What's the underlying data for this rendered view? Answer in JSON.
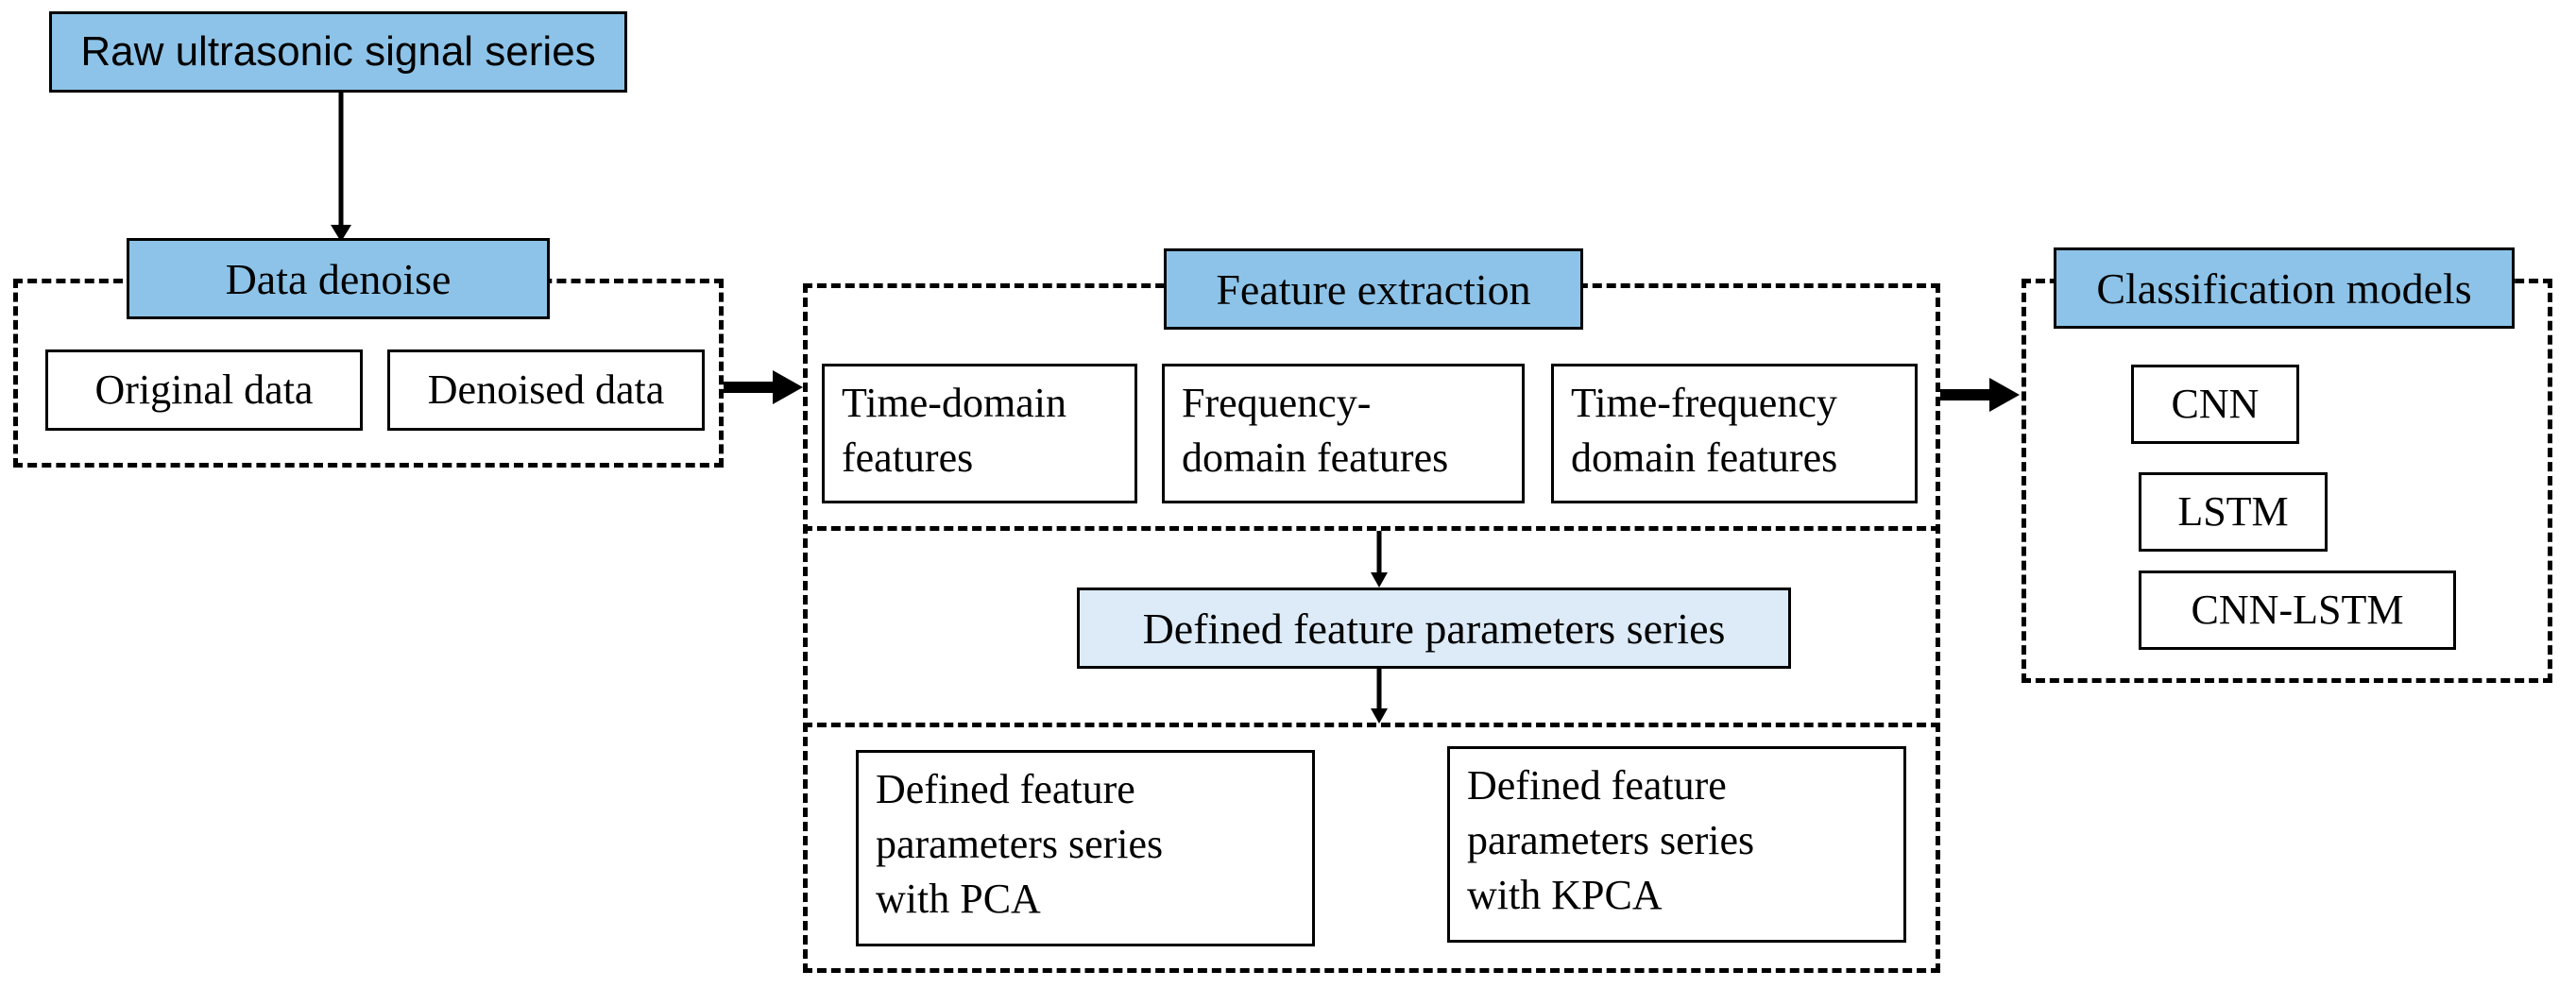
{
  "source": {
    "label": "Raw ultrasonic signal series"
  },
  "denoise": {
    "header": "Data denoise",
    "items": [
      "Original data",
      "Denoised data"
    ]
  },
  "feature_extraction": {
    "header": "Feature extraction",
    "features": [
      {
        "lines": [
          "Time-domain",
          "features"
        ]
      },
      {
        "lines": [
          "Frequency-",
          "domain features"
        ]
      },
      {
        "lines": [
          "Time-frequency",
          "domain features"
        ]
      }
    ],
    "defined_series": "Defined feature parameters series",
    "reduced": [
      {
        "lines": [
          "Defined feature",
          "parameters series",
          "with PCA"
        ]
      },
      {
        "lines": [
          "Defined feature",
          "parameters series",
          "with KPCA"
        ]
      }
    ]
  },
  "classification": {
    "header": "Classification models",
    "models": [
      "CNN",
      "LSTM",
      "CNN-LSTM"
    ]
  },
  "colors": {
    "header_fill": "#8dc3e8",
    "light_header_fill": "#dcebf7",
    "stroke": "#000000"
  }
}
